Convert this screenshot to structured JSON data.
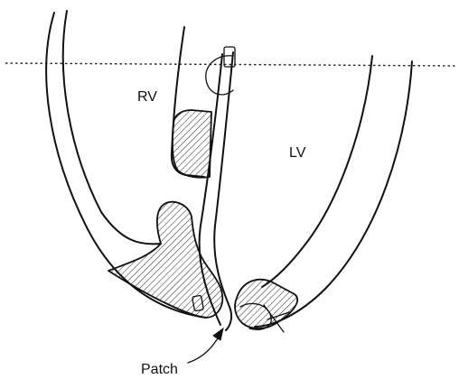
{
  "labels": {
    "rv": "RV",
    "lv": "LV",
    "patch": "Patch"
  }
}
